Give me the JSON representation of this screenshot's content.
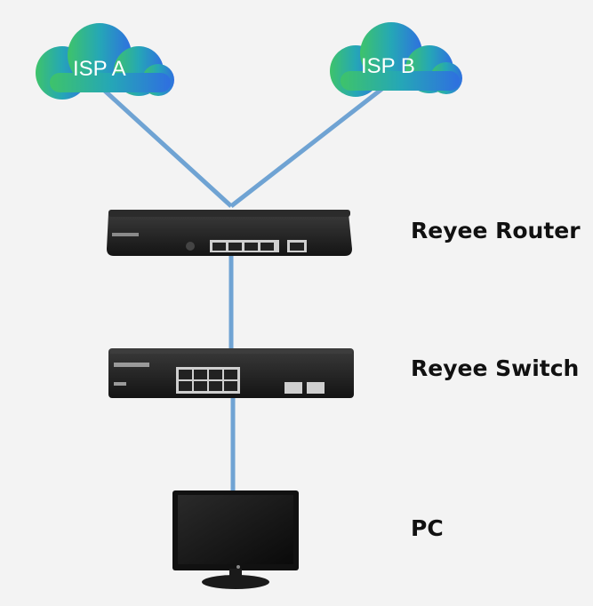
{
  "clouds": {
    "isp_a": "ISP A",
    "isp_b": "ISP B"
  },
  "devices": {
    "router_label": "Reyee Router",
    "switch_label": "Reyee Switch",
    "pc_label": "PC"
  },
  "colors": {
    "link": "#6fa3d3",
    "cloud_left": "#3cbf6a",
    "cloud_right": "#2f6fe0",
    "device_body": "#1e1e1e"
  },
  "icons": [
    "cloud-icon",
    "router-icon",
    "switch-icon",
    "monitor-icon"
  ]
}
